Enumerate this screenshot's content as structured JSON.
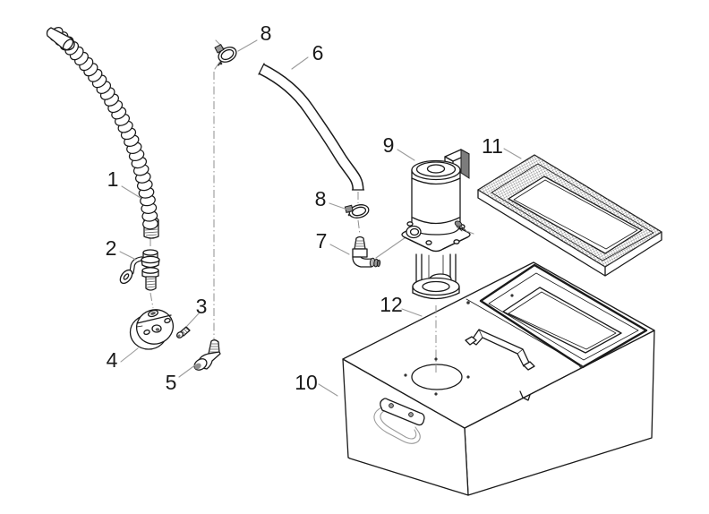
{
  "diagram": {
    "type": "exploded-parts-diagram",
    "subject": "coolant-pump-tank-assembly",
    "background": "#ffffff",
    "line_color": "#1a1a1a",
    "leader_color": "#9b9b9b",
    "labels": [
      {
        "text": "1",
        "part": "flexible-coolant-hose"
      },
      {
        "text": "2",
        "part": "shutoff-valve"
      },
      {
        "text": "3",
        "part": "set-screw"
      },
      {
        "text": "4",
        "part": "mounting-disc"
      },
      {
        "text": "5",
        "part": "elbow-fitting-lower"
      },
      {
        "text": "6",
        "part": "curved-hose"
      },
      {
        "text": "7",
        "part": "elbow-fitting-pump"
      },
      {
        "text": "8",
        "part": "hose-clamp-upper"
      },
      {
        "text": "8",
        "part": "hose-clamp-lower"
      },
      {
        "text": "9",
        "part": "coolant-pump"
      },
      {
        "text": "10",
        "part": "coolant-tank"
      },
      {
        "text": "11",
        "part": "filter-screen"
      },
      {
        "text": "12",
        "part": "tank-cover-plate"
      }
    ]
  }
}
